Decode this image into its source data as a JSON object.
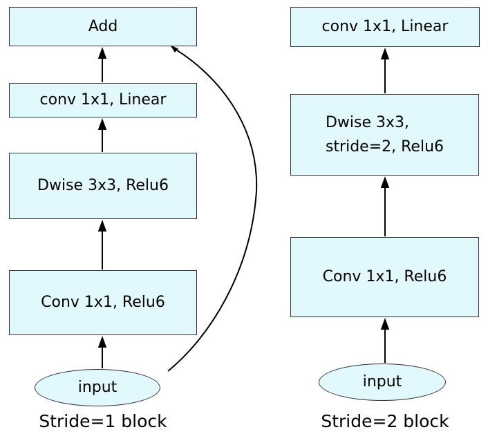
{
  "figure": {
    "left_block": {
      "caption": "Stride=1 block",
      "nodes": {
        "add": "Add",
        "conv_linear": "conv 1x1, Linear",
        "dwise": "Dwise 3x3, Relu6",
        "conv_relu": "Conv 1x1, Relu6",
        "input": "input"
      }
    },
    "right_block": {
      "caption": "Stride=2 block",
      "nodes": {
        "conv_linear": "conv 1x1, Linear",
        "dwise_line1": "Dwise 3x3,",
        "dwise_line2": "stride=2, Relu6",
        "conv_relu": "Conv 1x1, Relu6",
        "input": "input"
      }
    },
    "colors": {
      "node_fill": "#e1f9fc",
      "node_border": "#2e2e2e",
      "edge": "#000000",
      "text": "#000000",
      "background": "#ffffff"
    }
  }
}
